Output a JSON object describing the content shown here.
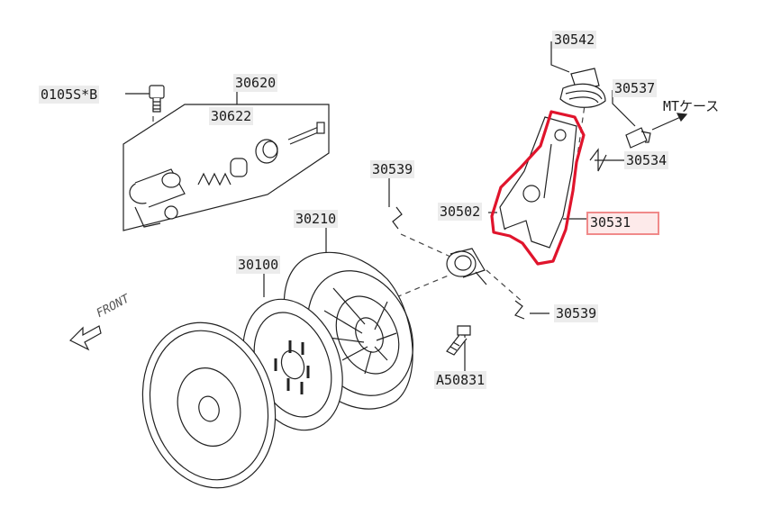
{
  "diagram": {
    "part_labels": {
      "p30542": "30542",
      "p30537": "30537",
      "p30620": "30620",
      "p30622": "30622",
      "p0105s": "0105S*B",
      "p30539_top": "30539",
      "p30534": "30534",
      "p30502": "30502",
      "p30531": "30531",
      "p30210": "30210",
      "p30100": "30100",
      "p30539_bottom": "30539",
      "pA50831": "A50831"
    },
    "annotations": {
      "mt_case": "MTケース",
      "front": "FRONT"
    },
    "highlight": {
      "part": "30531",
      "outline_color": "#e0142c",
      "label_border_color": "#f08a8a",
      "label_fill_color": "#fdeaea"
    }
  }
}
